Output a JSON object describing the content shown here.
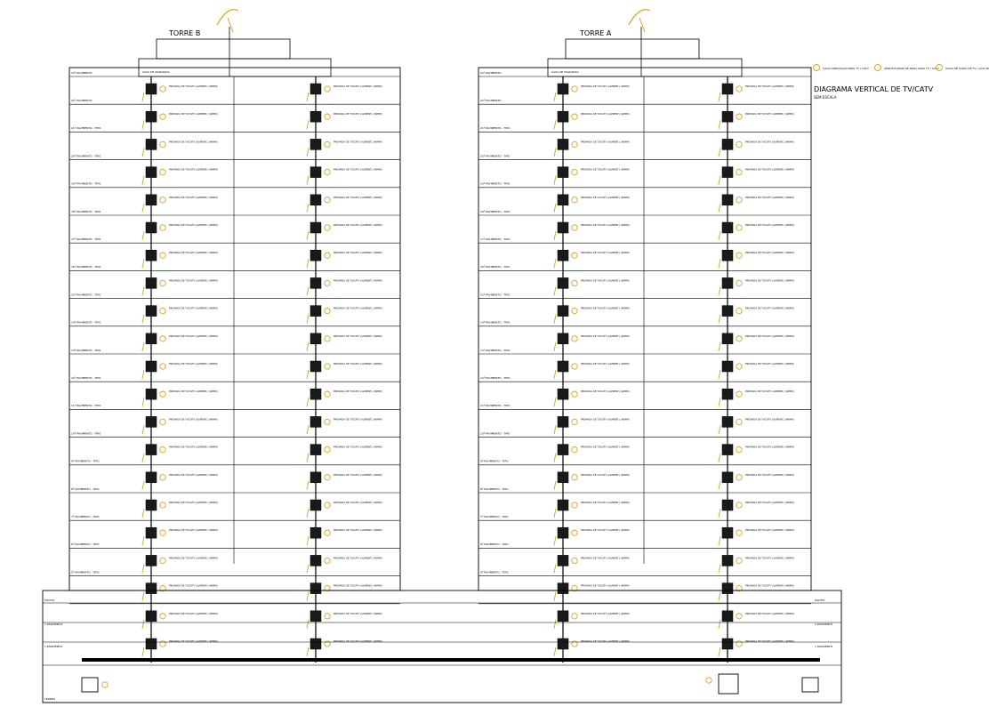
{
  "towers": [
    {
      "id": "B",
      "title": "TORRE B",
      "floor_labels": [
        "22º PAVIMENTO",
        "21º PAVIMENTO - TIPO",
        "20º PAVIMENTO - TIPO",
        "19º PAVIMENTO - TIPO",
        "18º PAVIMENTO - TIPO",
        "17º PAVIMENTO - TIPO",
        "16º PAVIMENTO - TIPO",
        "15º PAVIMENTO - TIPO",
        "14º PAVIMENTO - TIPO",
        "13º PAVIMENTO - TIPO",
        "12º PAVIMENTO - TIPO",
        "11º PAVIMENTO - TIPO",
        "10º PAVIMENTO - TIPO",
        "9º PAVIMENTO - TIPO",
        "8º PAVIMENTO - TIPO",
        "7º PAVIMENTO - TIPO",
        "6º PAVIMENTO - TIPO",
        "5º PAVIMENTO - TIPO"
      ],
      "roof_label": "23º PAVIMENTO",
      "machine_room": "CASA DE MÁQUINAS",
      "lower_labels": [
        "PILOTIS",
        "2 PAVIMENTO",
        "1 PAVIMENTO",
        "TÉRREO"
      ]
    },
    {
      "id": "A",
      "title": "TORRE A",
      "floor_labels": [
        "22º PAVIMENTO",
        "21º PAVIMENTO - TIPO",
        "20º PAVIMENTO - TIPO",
        "19º PAVIMENTO - TIPO",
        "18º PAVIMENTO - TIPO",
        "17º PAVIMENTO - TIPO",
        "16º PAVIMENTO - TIPO",
        "15º PAVIMENTO - TIPO",
        "14º PAVIMENTO - TIPO",
        "13º PAVIMENTO - TIPO",
        "12º PAVIMENTO - TIPO",
        "11º PAVIMENTO - TIPO",
        "10º PAVIMENTO - TIPO",
        "9º PAVIMENTO - TIPO",
        "8º PAVIMENTO - TIPO",
        "7º PAVIMENTO - TIPO",
        "6º PAVIMENTO - TIPO",
        "5º PAVIMENTO - TIPO"
      ],
      "roof_label": "23º PAVIMENTO",
      "machine_room": "CASA DE MÁQUINAS",
      "lower_labels": [
        "PILOTIS",
        "2 PAVIMENTO",
        "1 PAVIMENTO",
        "TÉRREO"
      ]
    }
  ],
  "equipment_label": "PRUMADA DE TV/CATV (ALIMENT.) (40MM)",
  "diagram_title": "DIAGRAMA VERTICAL DE TV/CATV",
  "diagram_scale": "SEM ESCALA",
  "legend": [
    {
      "num": "1",
      "text": "CAIXA DERIVAÇÃO PARA TV / CATV"
    },
    {
      "num": "2",
      "text": "AMPLIFICADOR DE SINAL PARA TV / CATV"
    },
    {
      "num": "3",
      "text": "CAIXA DE SAÍDA DE TV / CATV NO APARTAMENTO"
    }
  ],
  "colors": {
    "line": "#000000",
    "accent": "#d9a11a"
  },
  "icons": [
    "satellite-dish-icon",
    "splitter-box-icon",
    "amplifier-icon",
    "outlet-icon"
  ]
}
